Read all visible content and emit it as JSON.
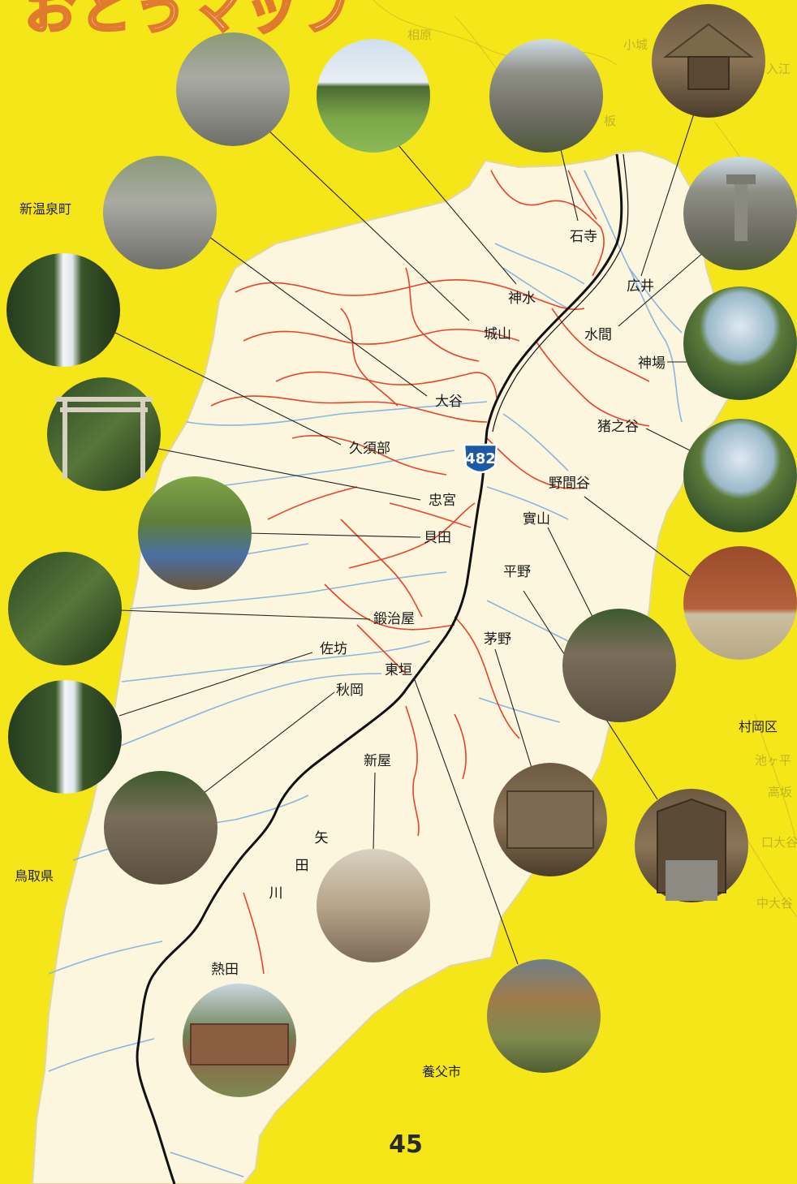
{
  "page": {
    "number": "45"
  },
  "route": {
    "number": "482"
  },
  "river": {
    "chars": [
      "矢",
      "田",
      "川"
    ]
  },
  "districts": {
    "ishidera": "石寺",
    "kamimizu": "神水",
    "hiroi": "広井",
    "shirayama": "城山",
    "mizuma": "水間",
    "kanba": "神場",
    "otani": "大谷",
    "inonotani": "猪之谷",
    "kusube": "久須部",
    "noma_dani": "野間谷",
    "tadamiya": "忠宮",
    "jitsuyama": "實山",
    "kaida": "貝田",
    "hirano": "平野",
    "kajiya": "鍛治屋",
    "sabo": "佐坊",
    "kayano": "茅野",
    "higashigaki": "東垣",
    "akioka": "秋岡",
    "shinya": "新屋",
    "neta": "熱田"
  },
  "neighbors": {
    "shin_onsen": "新温泉町",
    "tottori": "鳥取県",
    "yabu": "養父市",
    "muraoka": "村岡区"
  },
  "background_labels": {
    "aiwara": "相原",
    "koshiro": "小城",
    "iriko": "入江",
    "ikegahira": "池ヶ平",
    "takasaka": "高坂",
    "kuchiotani": "口大谷",
    "nakaotani": "中大谷",
    "ita": "板"
  },
  "photos": [
    {
      "id": "road-village",
      "scene": "village road with children"
    },
    {
      "id": "rice-field",
      "scene": "green paddy field"
    },
    {
      "id": "stone-tomb",
      "scene": "stone chamber"
    },
    {
      "id": "thatched-shrine",
      "scene": "thatched storehouse"
    },
    {
      "id": "stone-lantern",
      "scene": "stone lantern"
    },
    {
      "id": "village-street",
      "scene": "street with truck"
    },
    {
      "id": "waterfall-1",
      "scene": "waterfall"
    },
    {
      "id": "mountain-village",
      "scene": "village view"
    },
    {
      "id": "torii-gate",
      "scene": "torii gate"
    },
    {
      "id": "harvest-group",
      "scene": "rice harvest"
    },
    {
      "id": "village-houses",
      "scene": "village houses"
    },
    {
      "id": "forest-stream",
      "scene": "forest stream"
    },
    {
      "id": "hall-children",
      "scene": "children at hall"
    },
    {
      "id": "group-photo",
      "scene": "group gathering"
    },
    {
      "id": "waterfall-2",
      "scene": "waterfall"
    },
    {
      "id": "festival-crowd",
      "scene": "crowd at event"
    },
    {
      "id": "old-shrine",
      "scene": "wooden shrine"
    },
    {
      "id": "temple-gate",
      "scene": "temple gate and stairs"
    },
    {
      "id": "cooking-class",
      "scene": "indoor cooking"
    },
    {
      "id": "autumn-valley",
      "scene": "autumn valley"
    },
    {
      "id": "school-building",
      "scene": "old school building"
    }
  ],
  "colors": {
    "background": "#f5e61a",
    "land": "#fbf6dd",
    "road": "#e8442a",
    "stream": "#8ab6e0",
    "river": "#111111",
    "route_badge": "#1c5aa8"
  }
}
